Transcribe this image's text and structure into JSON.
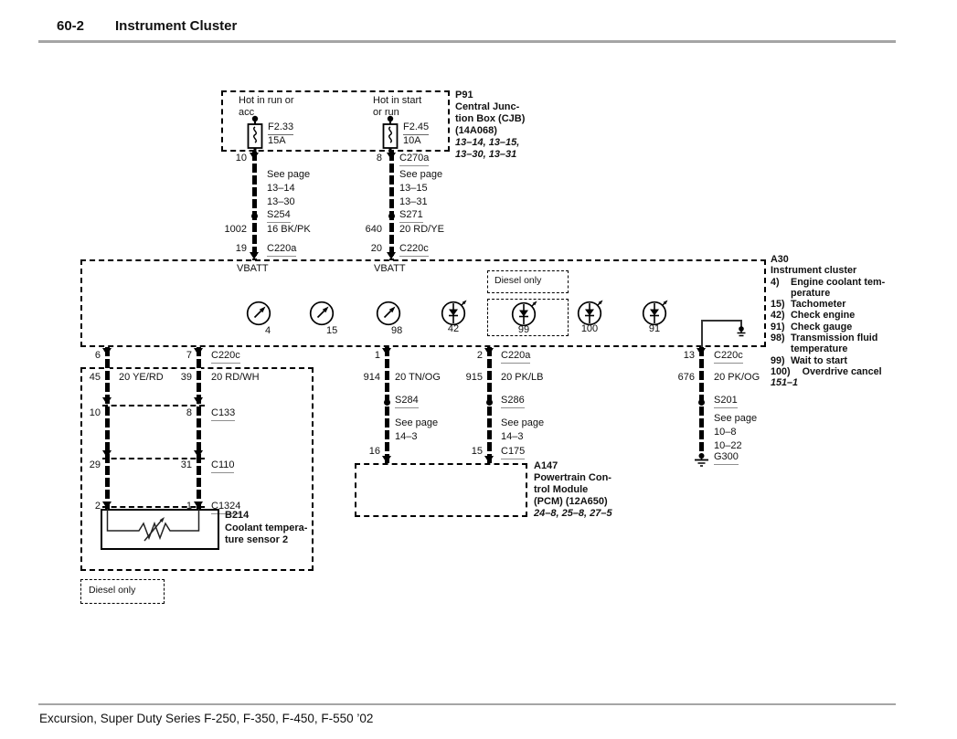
{
  "colors": {
    "line": "#000000",
    "underline": "#8f8f8f",
    "rule": "#a5a5a5"
  },
  "header": {
    "code": "60-2",
    "title": "Instrument Cluster"
  },
  "p91": {
    "name": "P91",
    "desc1": "Central Junc-",
    "desc2": "tion Box (CJB)",
    "desc3": "(14A068)",
    "pages1": "13–14, 13–15,",
    "pages2": "13–30, 13–31",
    "left": {
      "hot1": "Hot in run or",
      "hot2": "acc",
      "fuse": "F2.33",
      "rating": "15A"
    },
    "right": {
      "hot1": "Hot in start",
      "hot2": "or run",
      "fuse": "F2.45",
      "rating": "10A"
    }
  },
  "feed_left": {
    "pin_top": "10",
    "see1": "See page",
    "see2": "13–14",
    "see3": "13–30",
    "splice": "S254",
    "circuit": "1002",
    "color": "16 BK/PK",
    "pin_bot": "19",
    "conn": "C220a"
  },
  "feed_right": {
    "pin_top": "8",
    "conn_top": "C270a",
    "see1": "See page",
    "see2": "13–15",
    "see3": "13–31",
    "splice": "S271",
    "circuit": "640",
    "color": "20 RD/YE",
    "pin_bot": "20",
    "conn": "C220c"
  },
  "a30": {
    "vbatt_left": "VBATT",
    "vbatt_right": "VBATT",
    "diesel_label": "Diesel only",
    "gauges": [
      {
        "label": "4"
      },
      {
        "label": "15"
      },
      {
        "label": "98"
      }
    ],
    "indicators": [
      {
        "label": "42"
      },
      {
        "label": "99"
      },
      {
        "label": "100"
      },
      {
        "label": "91"
      }
    ],
    "name": "A30",
    "desc": "Instrument cluster",
    "legend": [
      {
        "n": "4)",
        "t": "Engine coolant tem-"
      },
      {
        "n": "",
        "t": "perature"
      },
      {
        "n": "15)",
        "t": "Tachometer"
      },
      {
        "n": "42)",
        "t": "Check engine"
      },
      {
        "n": "91)",
        "t": "Check gauge"
      },
      {
        "n": "98)",
        "t": "Transmission fluid"
      },
      {
        "n": "",
        "t": "temperature"
      },
      {
        "n": "99)",
        "t": "Wait to start"
      },
      {
        "n": "100)",
        "t": "Overdrive cancel"
      }
    ],
    "page_ref": "151–1"
  },
  "sensor": {
    "pin_left": "6",
    "pin_right": "7",
    "conn_top": "C220c",
    "circuit_left": "45",
    "color_left": "20 YE/RD",
    "circuit_right": "39",
    "color_right": "20 RD/WH",
    "c133_left": "10",
    "c133_right": "8",
    "c133": "C133",
    "c110_left": "29",
    "c110_right": "31",
    "c110": "C110",
    "c1324_left": "2",
    "c1324_right": "1",
    "c1324": "C1324",
    "b214_name": "B214",
    "b214_desc1": "Coolant tempera-",
    "b214_desc2": "ture sensor 2",
    "diesel_label": "Diesel only"
  },
  "pcm": {
    "pin_left": "1",
    "pin_right": "2",
    "conn_top": "C220a",
    "circuit_left": "914",
    "color_left": "20 TN/OG",
    "circuit_right": "915",
    "color_right": "20 PK/LB",
    "splice_left": "S284",
    "splice_right": "S286",
    "see_left1": "See page",
    "see_left2": "14–3",
    "see_right1": "See page",
    "see_right2": "14–3",
    "pin_bot_left": "16",
    "pin_bot_right": "15",
    "conn_bot": "C175",
    "a147_name": "A147",
    "a147_desc1": "Powertrain Con-",
    "a147_desc2": "trol Module",
    "a147_desc3": "(PCM) (12A650)",
    "a147_pages": "24–8, 25–8, 27–5"
  },
  "ground": {
    "pin": "13",
    "conn": "C220c",
    "circuit": "676",
    "color": "20 PK/OG",
    "splice": "S201",
    "see1": "See page",
    "see2": "10–8",
    "see3": "10–22",
    "name": "G300"
  },
  "footer": {
    "text": "Excursion, Super Duty Series F-250, F-350, F-450, F-550 ’02"
  }
}
